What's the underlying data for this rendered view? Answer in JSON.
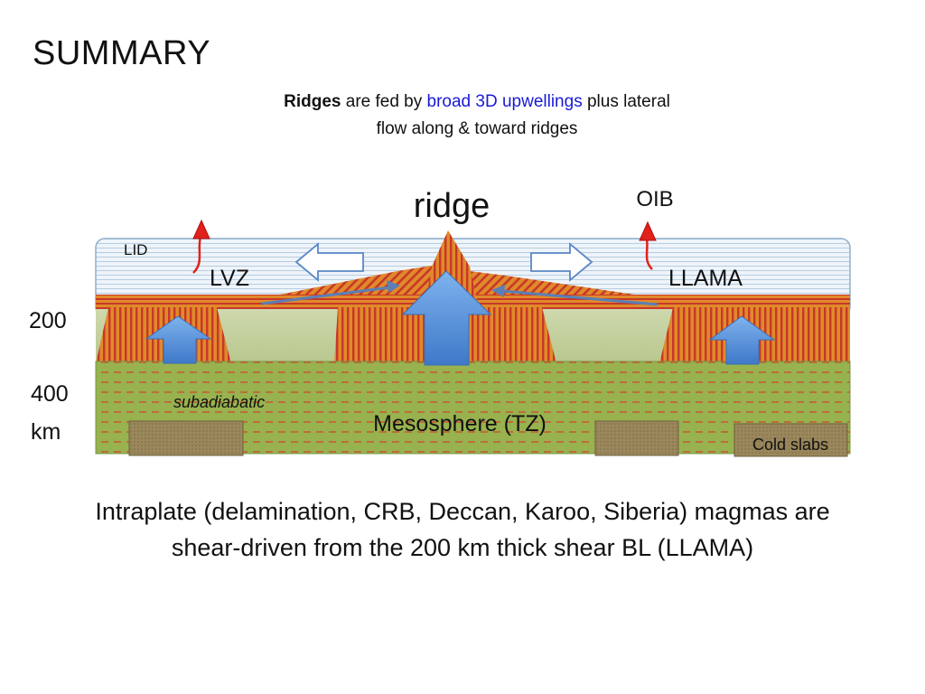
{
  "title": "SUMMARY",
  "subtitle": {
    "w1": "Ridges",
    "w2": " are fed by ",
    "w3": "broad 3D upwellings",
    "w4": " plus lateral",
    "line2": "flow along &  toward ridges"
  },
  "labels": {
    "ridge": "ridge",
    "oib": "OIB",
    "lid": "LID",
    "lvz": "LVZ",
    "llama": "LLAMA",
    "depth200": "200",
    "depth400": "400",
    "km": "km",
    "subadiabatic": "subadiabatic",
    "mesosphere": "Mesosphere (TZ)",
    "cold_slabs": "Cold slabs"
  },
  "colors": {
    "lid_fill": "#eef4fa",
    "lid_stroke": "#8fb0cc",
    "hatch_orange": "#e08a2a",
    "hatch_red": "#c8372a",
    "meso_green": "#97b24e",
    "pale_green": "#c9d4a6",
    "upwelling_blue": "#4d8ad8",
    "red_arrow": "#e0221a",
    "subtitle_blue": "#1a1ad6"
  },
  "footer": {
    "line1": "Intraplate (delamination, CRB, Deccan, Karoo, Siberia) magmas are",
    "line2": "shear-driven from the 200 km thick shear BL (LLAMA)"
  }
}
